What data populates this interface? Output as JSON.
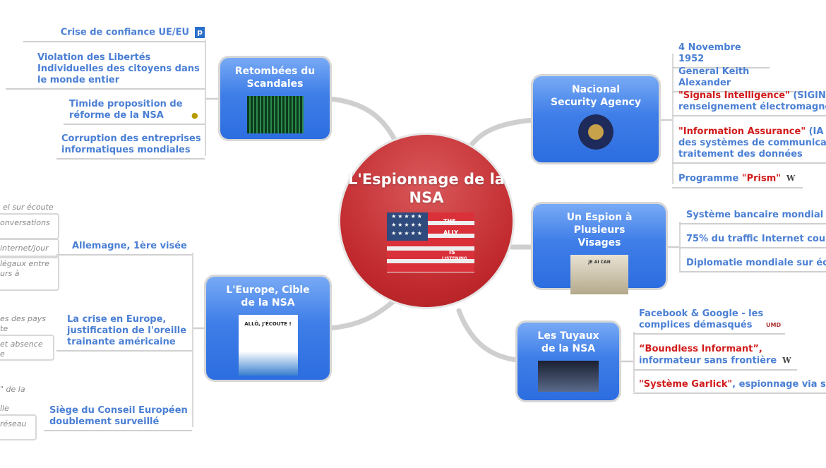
{
  "center": {
    "title": "L'Espionnage de la NSA",
    "image_text": [
      "THE",
      "ALLY",
      "IS",
      "LISTENING"
    ]
  },
  "topics": {
    "retombees": {
      "label": "Retombées du Scandales",
      "leaves": [
        "Crise de confiance UE/EU",
        "Violation des Libertés Individuelles des citoyens dans le monde entier",
        "Timide proposition de réforme de la NSA",
        "Corruption des entreprises informatiques mondiales"
      ]
    },
    "nsa": {
      "label": "Nacional Security Agency",
      "leaves": {
        "date": "4 Novembre 1952",
        "general": "General Keith Alexander",
        "sigint_red": "\"Signals Intelligence\"",
        "sigint_rest": " (SIGIN",
        "sigint_line2": "renseignement électromagné",
        "ia_red": "\"Information Assurance\"",
        "ia_rest": " (IA",
        "ia_line2": "des systèmes de communicat",
        "ia_line3": "traitement des données",
        "prism_pre": "Programme ",
        "prism_red": "\"Prism\""
      }
    },
    "espion": {
      "label": "Un Espion à Plusieurs Visages",
      "image_text": "JE AI CAN",
      "leaves": [
        "Système bancaire mondial s",
        "75% du traffic Internet cou",
        "Diplomatie mondiale sur éc"
      ]
    },
    "tuyaux": {
      "label": "Les Tuyaux de la NSA",
      "leaves": {
        "facebook": "Facebook & Google - les complices démasqués",
        "boundless_red": "“Boundless Informant”,",
        "boundless_rest": "informateur sans frontière",
        "garlick_red": "\"Système Garlick\"",
        "garlick_rest": ", espionnage via sa"
      }
    },
    "europe": {
      "label": "L'Europe, Cible de la NSA",
      "image_text": "ALLÔ, J'ÉCOUTE !",
      "leaves": [
        "Allemagne, 1ère visée",
        "La crise en Europe, justification de l'oreille trainante américaine",
        "Siège du Conseil Européen doublement surveillé"
      ]
    }
  },
  "ghosts": [
    "el sur écoute",
    "onversations",
    "internet/jour",
    "légaux entre",
    "urs à",
    "es des pays",
    "te",
    "et absence",
    "e",
    "\" de la",
    "lle",
    "réseau"
  ],
  "icons": {
    "p": "p",
    "wiki": "W",
    "umd": "UMD"
  }
}
